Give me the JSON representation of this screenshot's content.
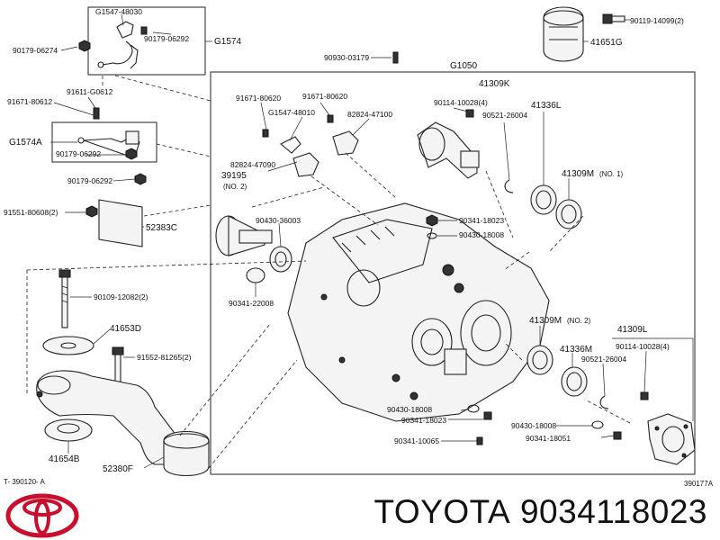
{
  "diagram": {
    "labels": {
      "g1547_48030": "G1547-48030",
      "p90179_06274": "90179-06274",
      "p90179_06292_a": "90179-06292",
      "g1574": "G1574",
      "p90930_03179": "90930-03179",
      "p91671_80612": "91671-80612",
      "p91611_g0612": "91611-G0612",
      "g1574a": "G1574A",
      "p90179_06292_b": "90179-06292",
      "p90179_06292_c": "90179-06292",
      "p91551_80608": "91551-80608(2)",
      "p52383c": "52383C",
      "p90109_12082": "90109-12082(2)",
      "p41653d": "41653D",
      "p91552_81265": "91552-81265(2)",
      "p41654b": "41654B",
      "p52380f": "52380F",
      "ref_left": "T- 390120- A",
      "p90119_14099": "90119-14099(2)",
      "p41651g": "41651G",
      "g1050": "G1050",
      "p41309k": "41309K",
      "p91671_80620_a": "91671-80620",
      "p91671_80620_b": "91671-80620",
      "p90114_10028_a": "90114-10028(4)",
      "p41336l": "41336L",
      "g1547_48010": "G1547-48010",
      "p82824_47100": "82824-47100",
      "p90521_26004_a": "90521-26004",
      "p82824_47090": "82824-47090",
      "p41309m_1": "41309M",
      "no1": "(NO. 1)",
      "p39195": "39195",
      "no2_a": "(NO. 2)",
      "p90430_36003": "90430-36003",
      "p90341_18023_a": "90341-18023",
      "p90430_18008_a": "90430-18008",
      "p90341_22008": "90341-22008",
      "p41309m_2": "41309M",
      "no2_b": "(NO. 2)",
      "p41309l": "41309L",
      "p41336m": "41336M",
      "p90114_10028_b": "90114-10028(4)",
      "p90521_26004_b": "90521-26004",
      "p90430_18008_b": "90430-18008",
      "p90341_18023_b": "90341-18023",
      "p90430_18008_c": "90430-18008",
      "p90341_10065": "90341-10065",
      "p90341_18051": "90341-18051",
      "ref_right": "390177A"
    }
  },
  "footer": {
    "brand": "TOYOTA",
    "part_number": "9034118023",
    "logo_icon": "toyota-logo-icon",
    "logo_color": "#c8102e"
  }
}
